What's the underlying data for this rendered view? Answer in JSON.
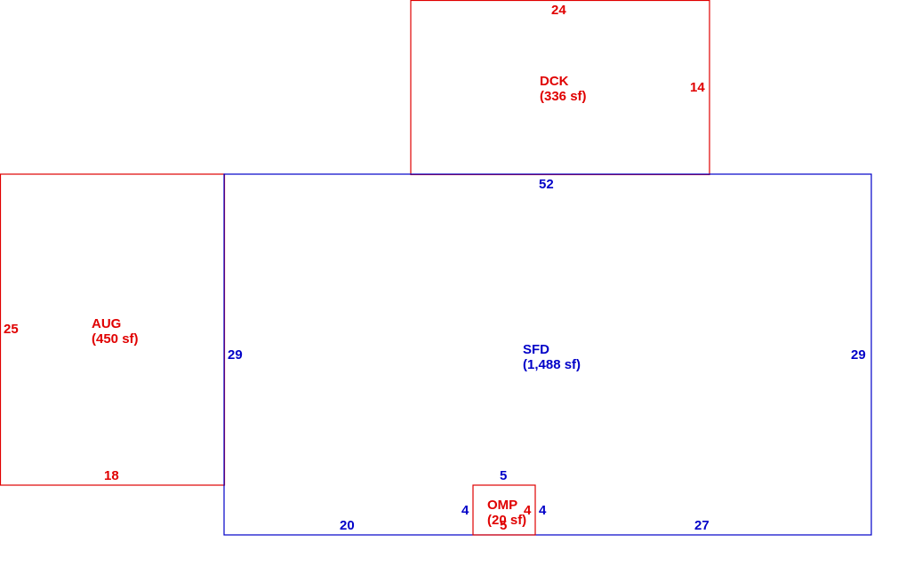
{
  "colors": {
    "addition": "#e00000",
    "main": "#0000c8"
  },
  "areas": {
    "dck": {
      "code": "DCK",
      "area": "(336 sf)",
      "dims": {
        "top": "24",
        "right": "14"
      }
    },
    "aug": {
      "code": "AUG",
      "area": "(450 sf)",
      "dims": {
        "left": "25",
        "bottom": "18"
      }
    },
    "sfd": {
      "code": "SFD",
      "area": "(1,488 sf)",
      "dims": {
        "top": "52",
        "left": "29",
        "right": "29",
        "bottom_left": "20",
        "bottom_right": "27",
        "notch_top": "5",
        "notch_left": "4",
        "notch_right": "4"
      }
    },
    "omp": {
      "code": "OMP",
      "area": "(20 sf)",
      "dims": {
        "right": "4",
        "bottom": "5"
      }
    }
  }
}
